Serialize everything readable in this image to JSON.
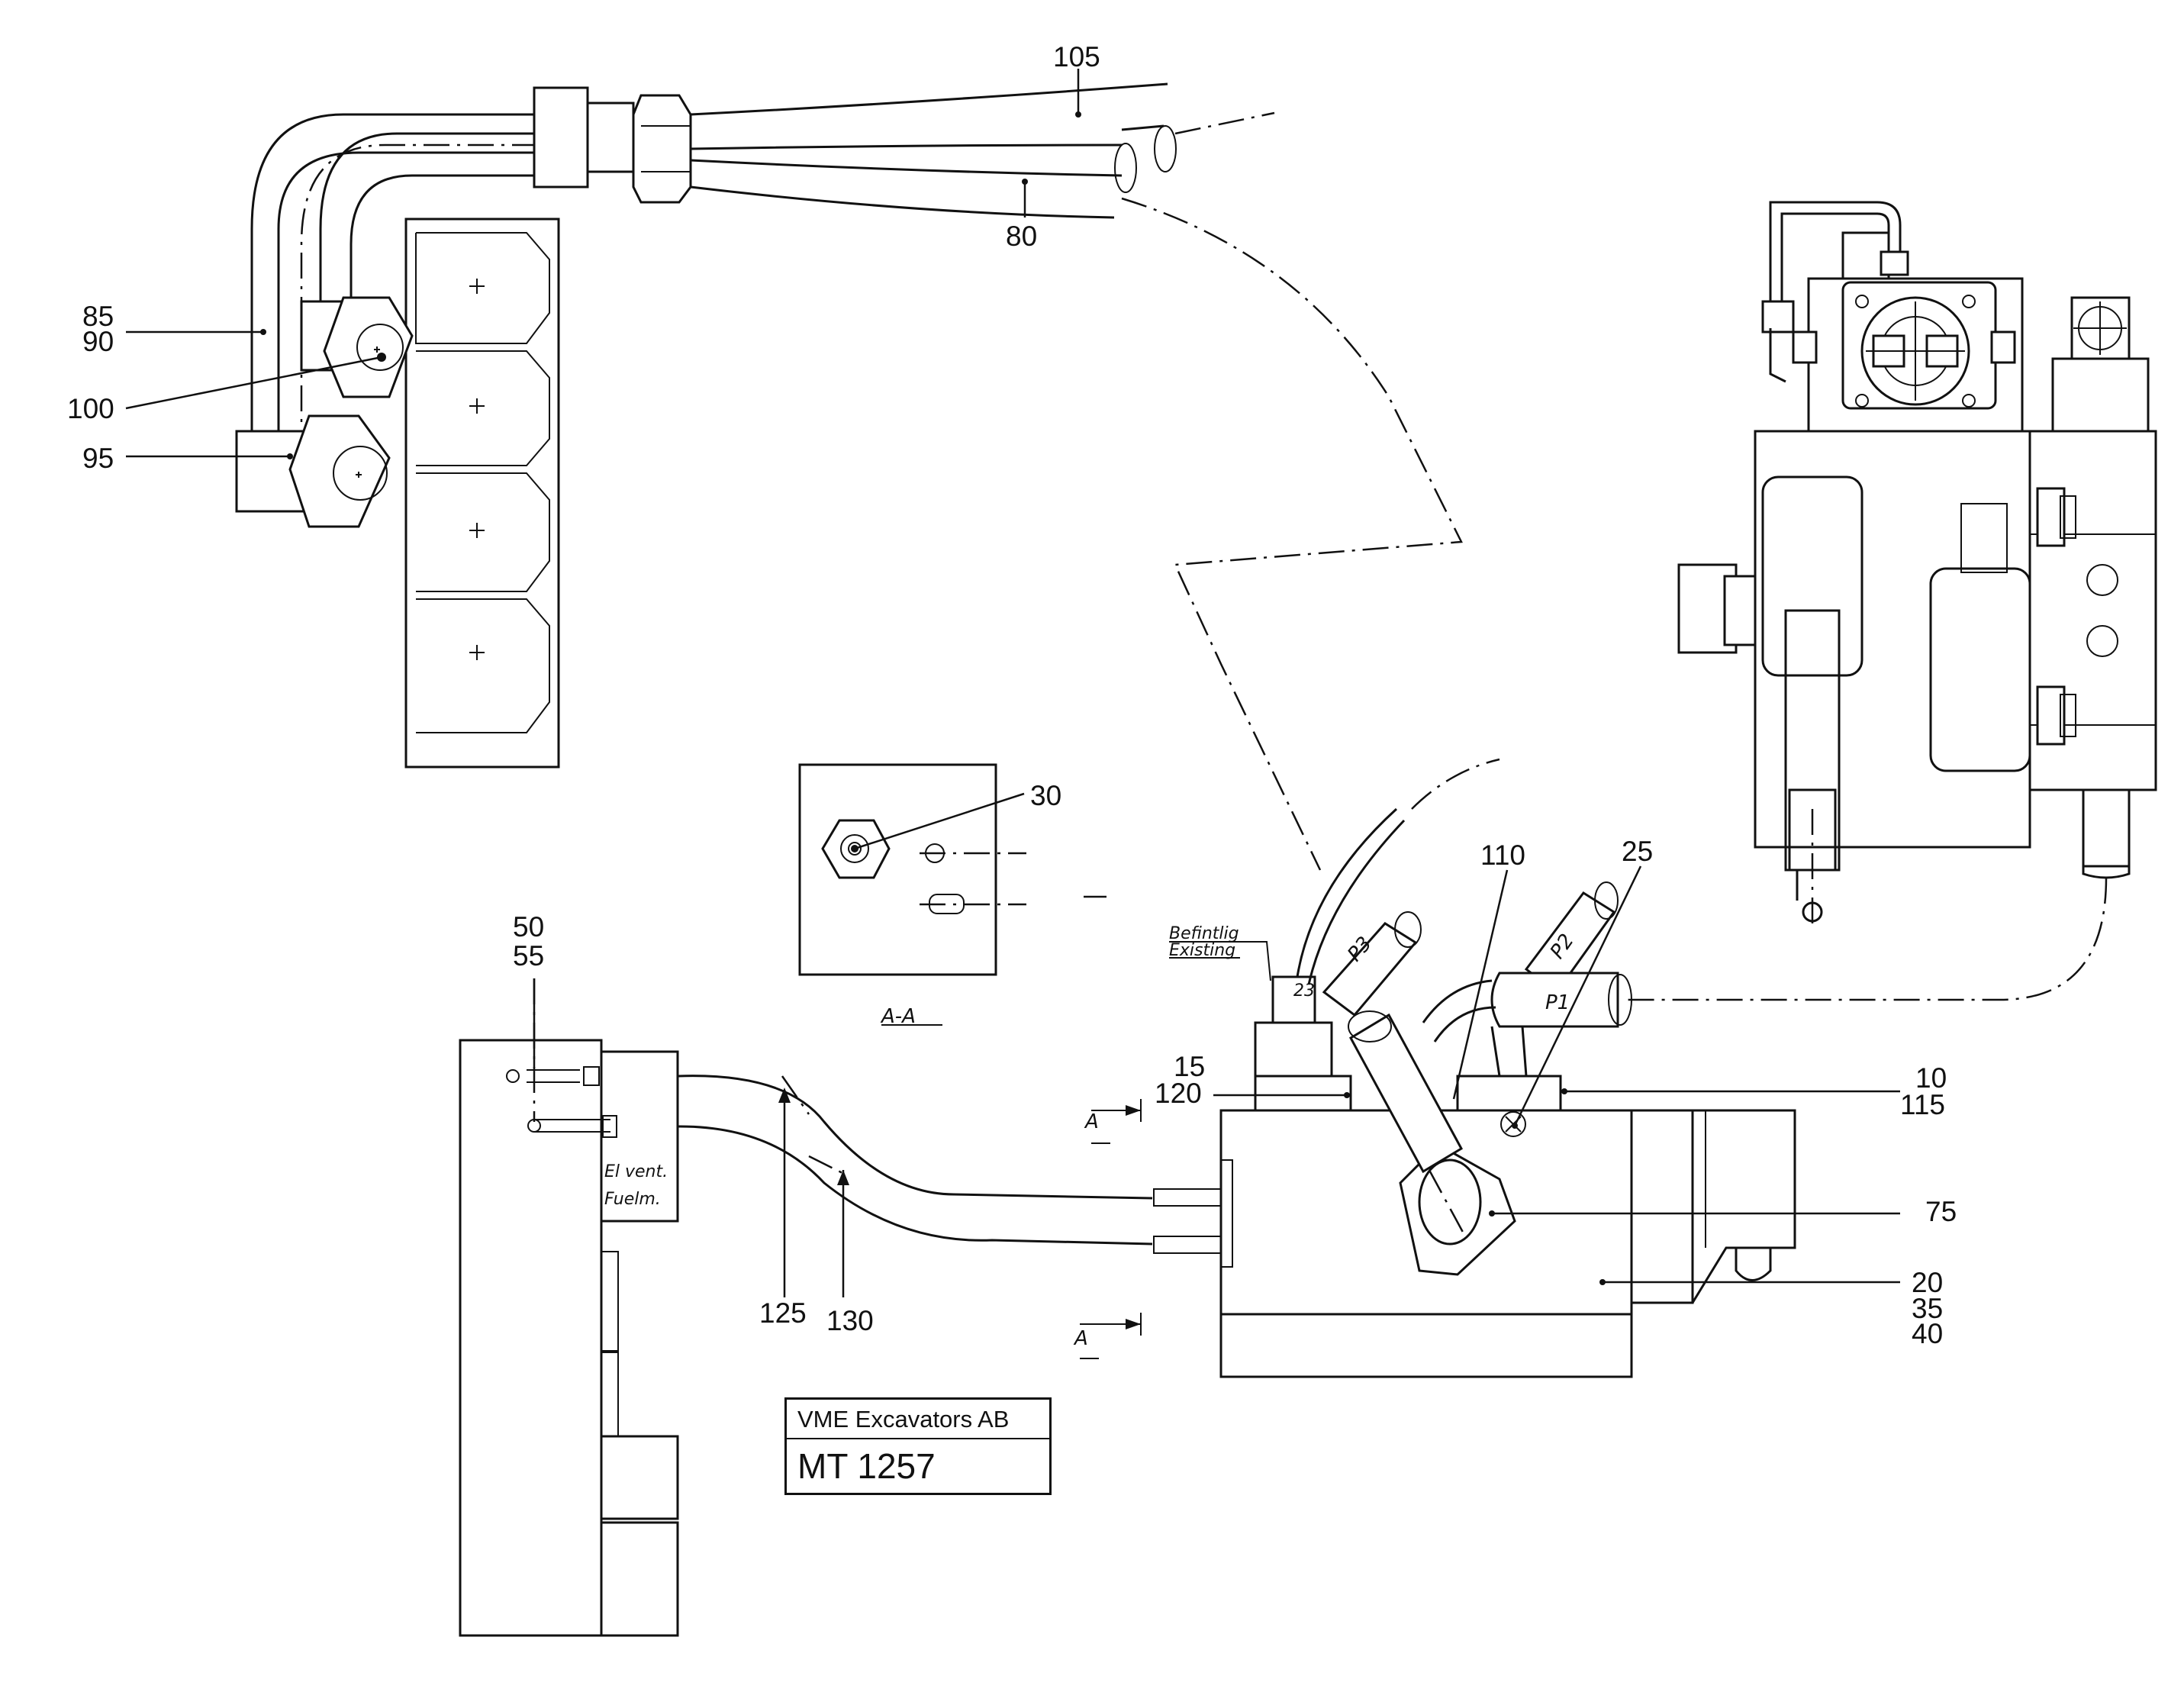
{
  "title_block": {
    "company": "VME Excavators AB",
    "drawing_number": "MT 1257"
  },
  "callouts": {
    "c105": "105",
    "c80": "80",
    "c85": "85",
    "c90": "90",
    "c100": "100",
    "c95": "95",
    "c30": "30",
    "c50": "50",
    "c55": "55",
    "c110": "110",
    "c25": "25",
    "c15": "15",
    "c120": "120",
    "c10": "10",
    "c115": "115",
    "c75": "75",
    "c20": "20",
    "c35": "35",
    "c40": "40",
    "c125": "125",
    "c130": "130"
  },
  "section": {
    "label": "A-A",
    "marker_top": "A",
    "marker_bottom": "A"
  },
  "handwritten": {
    "befintlig": "Befintlig",
    "existing": "Existing",
    "el_vent": "El vent.",
    "fuelm": "Fuelm.",
    "port_23": "23",
    "p1": "P1",
    "p2": "P2",
    "p3": "P3"
  }
}
